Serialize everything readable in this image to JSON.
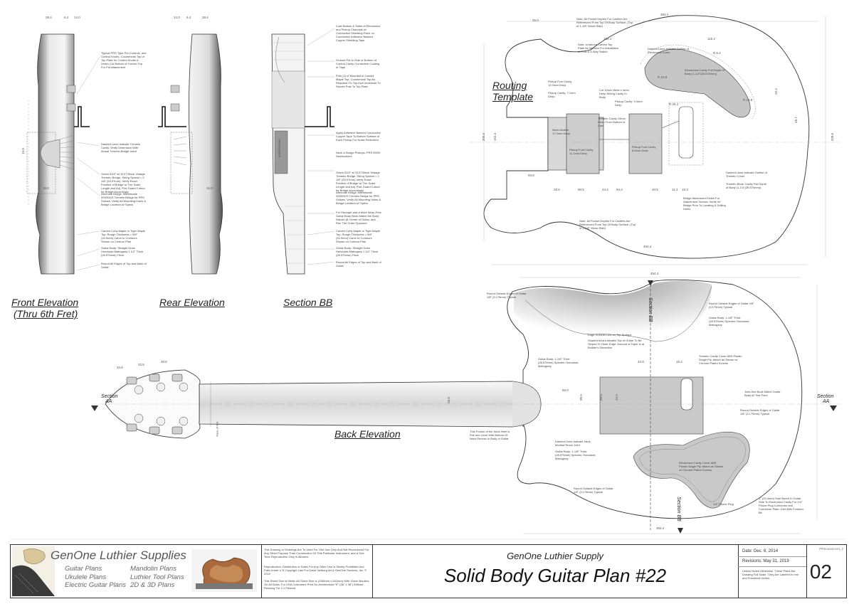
{
  "views": {
    "front_elevation": {
      "line1": "Front Elevation",
      "line2": "(Thru 6th Fret)"
    },
    "rear_elevation": "Rear Elevation",
    "section_bb": "Section BB",
    "routing_template": {
      "line1": "Routing",
      "line2": "Template"
    },
    "back_elevation": "Back Elevation",
    "section_aa_left": {
      "line1": "Section",
      "line2": "AA"
    },
    "section_aa_right": {
      "line1": "Section",
      "line2": "AA"
    },
    "section_bb_marker": "Section BB"
  },
  "front_notes": [
    "Typical PRS Type Pot Controls, and Control Knobs. Countersink Top of Top Plate for Control Knobs & Under Cut Bottom of Carved Top For Pot Attachment",
    "Dashed Lines Indicate Tremelo Cavity. Verify Dimension With Actual Tremelo Bridge Used",
    "Gotoh 510T w/ 510T Block Vintage Tremelo Bridge. String Spread = 2 1/8\" (53.97mm). Verify Exact Position of Bridge w/ The Scale Length and Adj. Pick Guard Cutout for Bridge Accordingly",
    "Alternate Bridge: Mammoate 2000NOS Tremelo Bridge for PRS Guitars. Verify All Mounting Holes & Bridge Location w/ Specs",
    "Carved Curly Maple or Tiger Maple Top, Rough Thickness = 5/8\" (15.9mm) Carve to Contours Shown on Contour Plan",
    "Guitar Body: Straight Grain Honduras Mahogany 1 1/2\" Thick (28.575mm) Thick",
    "Round All Edges of Top and Back of Guitar"
  ],
  "section_notes": [
    "Coat Bottom & Sides of Electronics and Pickup Channels w/ Conductive Shielding Paint -or- Conductive Adhesive Backed Copper Shielding Tape",
    "Ground Pot to Side or Bottom of Control Cavity Conductive Coating or Tape",
    "Pots (2) of Mounted in Carved Maple Top. Countersink Top As Required On Top And Underside To Secure Pots To Top Plate.",
    "Apply Adhesive Backed Conductive Copper Tape To Bottom Surface of Each Pickup For Noise Reduction",
    "Neck & Bridge Pickups: PRS 59/09 Humbuckers",
    "Gotoh 510T w/ 510T Block Vintage Tremelo Bridge. String Spread = 2 1/8\" (53.97mm) Verify Exact Position of Bridge w/ The Scale Length and Adj. Pick Guard Cutout for Bridge Accordingly",
    "Alternate Bridge: Mammoate 2000NOS Tremelo Bridge for PRS Guitars. Verify All Mounting Holes & Bridge Location w/ Specs",
    "For Stronger and a More Warp-Free Guitar Body Book Match the Body Halves @ Center of Guitar, and Run The Grain Opposed",
    "Carved Curly Maple or Tiger Maple Top, Rough Thickness = 5/8\" (15.9mm) Carve to Contours Shown on Contour Plan",
    "Guitar Body: Straight Grain Honduras Mahogany 1 1/2\" Thick (28.575mm) Thick",
    "Round All Edges of Top and Back of Guitar"
  ],
  "routing_notes": {
    "top": "Note: All Pocket Depths For Cavities Are Referenced From Top Of Body Surface. (Top of 1-1/8\" Wood Slab)",
    "undercut": "Note: Undercut Carved Top Plate As Needed For Installation of Pots & 5-Way Switch",
    "outline": "Dashed Lines Indicate Outline of Electronics Cover",
    "electronics": "Electronics Cavity Full Depth Of Body (1-1/4\"(28.575mm))",
    "pickup_left": "Pickup Cavity: 7.1mm Deep",
    "pickup_center": "Pickup Cavity: 9.0mm Deep",
    "cut": "Cut 10mm Wide x 4mm Deep Wiring Cavity In Body",
    "tremelo_cavity": "Tremelo Cavity 19mm Deep From Bottom of Cast",
    "neck_mortise": "Neck Mortise 17.4mm Deep",
    "pickup_floor_left": "Pickup Foot Cavity 11.1mm Deep",
    "pickup_floor_right": "Pickup Foot Cavity 8.0mm Deep",
    "pickup_foot_top": "Pickup Foot Cavity 12.0mm Deep",
    "dashed_trem": "Dashed Lines Indicate Outline of Tremelo Cover",
    "trem_block": "Tremelo Block Cavity Full Depth of Body (1-1/4\"(28.575mm))",
    "bridge_holes": "Bridge Attachment Holes For Attachment Screws. Verify W/ Bridge Prior To Locating & Drilling Holes",
    "bottom": "Note: All Pocket Depths For Cavities Are Referenced From Top Of Body Surface. (Top of 1-1/8\" Wood Slab)"
  },
  "back_notes": {
    "round_outside_left": "Round Outside Edges of Guitar 1/8\" (3.175mm) Typical",
    "round_outside_right": "Round Outside Edges of Guitar 1/8\" (3.175mm) Typical",
    "body_right": "Guitar Body: 1-1/8\" Thick (28.575mm) Species: Honduras Mahogany",
    "bevel": "Edge of Bevel Line on Top Surface",
    "shaded": "Shaded Area Indicates Top of Guitar To Be Sloped To Outer Edge. Amount of Taper is at Builder's Discretion",
    "body_left": "Guitar Body: 1-1/8\" Thick (28.575mm) Species: Honduras Mahogany",
    "trem_cover": "Tremelo Cavity Cover ABS Plastic Single Ply. Attach as Shown w/ Chrome Plated Screws",
    "joint": "Joint And Book Match Guitar Body At This Point",
    "neck_heel": "This Portion of the Neck Heel Is Flat and Level With Bottom Of Neck Recess In Body of Guitar",
    "dashed_neck": "Dashed Lines Indicate Neck Mortise/Tenon Joint",
    "body_bottom": "Guitar Body: 1-1/8\" Thick (28.575mm) Species: Honduras Mahogany",
    "elec_cover": "Electronics Cavity Cover ABS Plastic Single Ply. Attach as Shown w/ Chrome Plated Screws",
    "round_bottom": "Round Outside Edges of Guitar 1/8\" (3.175mm) Typical",
    "phone_plug": "1/4\" Phone Plug",
    "hole_bored": "1\" (25.4mm) Hole Bored In Guitar Side To Electronics Cavity For 1/4\" Phone Plug Connector and Connector Plate. Drill With Forstner Bit",
    "face_of_nut": "Face of Nut",
    "tremelo_block": "Tremelo Block"
  },
  "dims": {
    "top_a": "28.4",
    "top_b": "6.4",
    "top_c": "14.0",
    "top_d": "14.0",
    "top_e": "6.4",
    "top_f": "28.4",
    "side_left": "16.0",
    "side_right": "16.0",
    "front_height": "15.0",
    "r1": "393.4",
    "r2": "35.0",
    "r3": "169.1",
    "r4": "116.2",
    "r5": "R 6.4",
    "r6": "R 10.8",
    "r7": "R 10.8",
    "r8": "R 25.4",
    "r9": "32.4",
    "r10": "48.7",
    "r11": "200.5",
    "r12": "328.6",
    "r13": "152.4",
    "r14": "93.8",
    "r15": "28.6",
    "r16": "90.5",
    "r17": "24.4",
    "r18": "94.2",
    "r19": "40.5",
    "r20": "11.4",
    "r21": "19.3",
    "r22": "454.2",
    "b1": "454.4",
    "b2": "34.8",
    "b3": "33.5",
    "b4": "30.5",
    "b5": "34.9",
    "b6": "56.0",
    "b7": "34.9",
    "b8": "16.2",
    "b9": "88.0",
    "b10": "80.5",
    "b11": "393.4",
    "b12": "56.8"
  },
  "title_block": {
    "brand": "GenOne Luthier Supplies",
    "col1": [
      "Guitar Plans",
      "Ukulele Plans",
      "Electric Guitar Plans"
    ],
    "col2": [
      "Mandolin Plans",
      "Luthier Tool Plans",
      "2D & 3D Plans"
    ],
    "disclaimer1": "This Drawing or Drawings Are To Used For One Use Only And Not Reproduced For Any Other Purpose Than Construction Of This Particular Instrument, and a One Time Reproduction Only is Allowed.",
    "disclaimer2": "Reproduction, Distribution or Sales For Any Other Use Is Strictly Prohibited And Falls Under U.S Copyright Law For David Veilburg Art & GenOne Services, Inc. © 2019",
    "disclaimer3": "This Sheet Size Is Metric A0 Sheet Size is (1189mm x 841mm) With 15mm Borders On All Sides. For USA Customers Print On Architectural \"E\" (36\" x 48\") Without Resizing For 1:1 Printout",
    "company": "GenOne Luthier Supply",
    "plan_title": "Solid Body Guitar Plan #22",
    "date": "Date: Dec. 6, 2014",
    "revisions": "Revisions: May 31, 2019",
    "units_note": "Unless Noted Otherwise, These Plans Are Drawing Full Scale. They Are Labeled In mm and Fractional Inches",
    "file_ref": "PRScustom24_2",
    "sheet": "02"
  },
  "colors": {
    "line": "#333333",
    "shade": "#b8b8b8",
    "cover": "#c9c9c9",
    "dash": "#666666"
  }
}
